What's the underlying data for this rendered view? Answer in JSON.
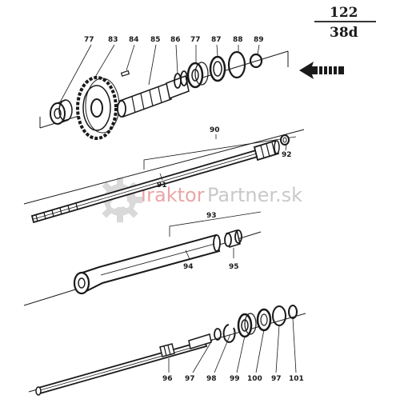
{
  "page_ref": {
    "number": "122",
    "sheet": "38d"
  },
  "watermark": {
    "brand_a": "Traktor",
    "brand_b": "Partner.sk"
  },
  "callouts": {
    "c77a": "77",
    "c83": "83",
    "c84": "84",
    "c85": "85",
    "c86": "86",
    "c77b": "77",
    "c87": "87",
    "c88": "88",
    "c89": "89",
    "c90": "90",
    "c91": "91",
    "c92": "92",
    "c93": "93",
    "c94": "94",
    "c95": "95",
    "c96": "96",
    "c97a": "97",
    "c98": "98",
    "c99": "99",
    "c100": "100",
    "c97b": "97",
    "c101": "101"
  },
  "colors": {
    "ink": "#1a1a1a",
    "watermark_gray": "#c9c9c9",
    "watermark_red": "#e9a7a7"
  },
  "icons": {
    "direction": "arrow-left-icon",
    "watermark_logo": "gear-logo-icon"
  }
}
